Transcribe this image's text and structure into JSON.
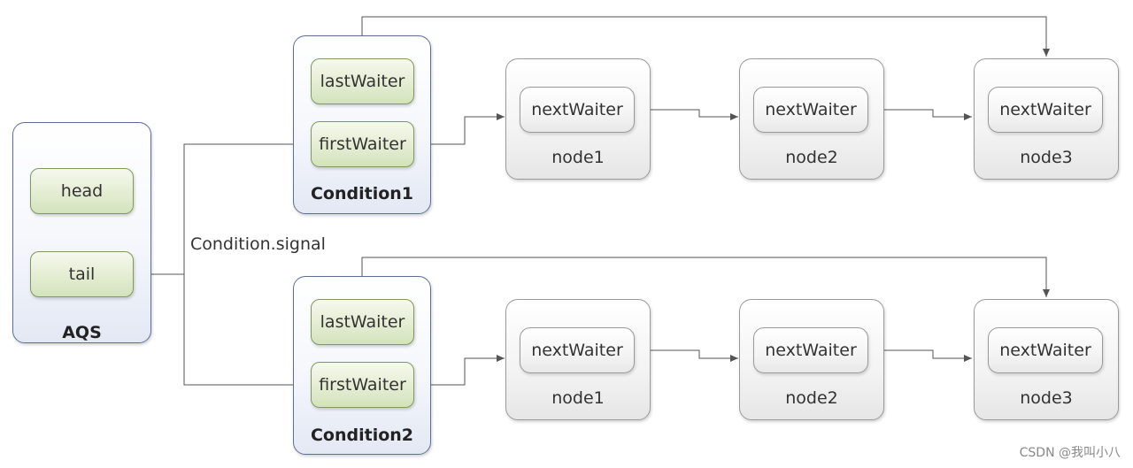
{
  "aqs": {
    "title": "AQS",
    "fields": [
      "head",
      "tail"
    ]
  },
  "signal_label": "Condition.signal",
  "conditions": [
    {
      "title": "Condition1",
      "last_waiter": "lastWaiter",
      "first_waiter": "firstWaiter",
      "nodes": [
        {
          "field": "nextWaiter",
          "label": "node1"
        },
        {
          "field": "nextWaiter",
          "label": "node2"
        },
        {
          "field": "nextWaiter",
          "label": "node3"
        }
      ]
    },
    {
      "title": "Condition2",
      "last_waiter": "lastWaiter",
      "first_waiter": "firstWaiter",
      "nodes": [
        {
          "field": "nextWaiter",
          "label": "node1"
        },
        {
          "field": "nextWaiter",
          "label": "node2"
        },
        {
          "field": "nextWaiter",
          "label": "node3"
        }
      ]
    }
  ],
  "watermark": "CSDN @我叫小八",
  "colors": {
    "container_border": "#5b6f99",
    "field_fill": "#e2ecd0",
    "field_border": "#7f9a5c",
    "node_fill": "#f3f3f3",
    "node_border": "#9a9a9a",
    "connector": "#555555"
  }
}
